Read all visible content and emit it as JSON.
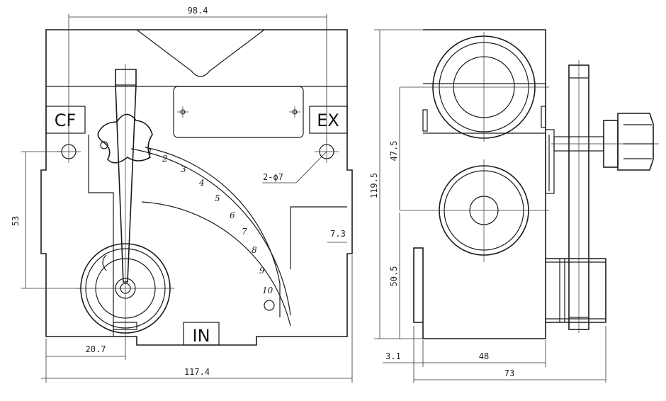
{
  "front_view": {
    "labels": {
      "cf": "CF",
      "ex": "EX",
      "in": "IN"
    },
    "scale_numbers": [
      "1",
      "2",
      "3",
      "4",
      "5",
      "6",
      "7",
      "8",
      "9",
      "10"
    ],
    "dimensions": {
      "overall_width": "117.4",
      "hole_spacing": "98.4",
      "height": "53",
      "side_offset": "7.3",
      "center_offset": "20.7",
      "hole_callout": "2-ϕ7"
    }
  },
  "side_view": {
    "dimensions": {
      "height": "119.5",
      "upper": "47.5",
      "lower": "50.5",
      "offset": "3.1",
      "body_width": "48",
      "overall_width": "73"
    }
  }
}
